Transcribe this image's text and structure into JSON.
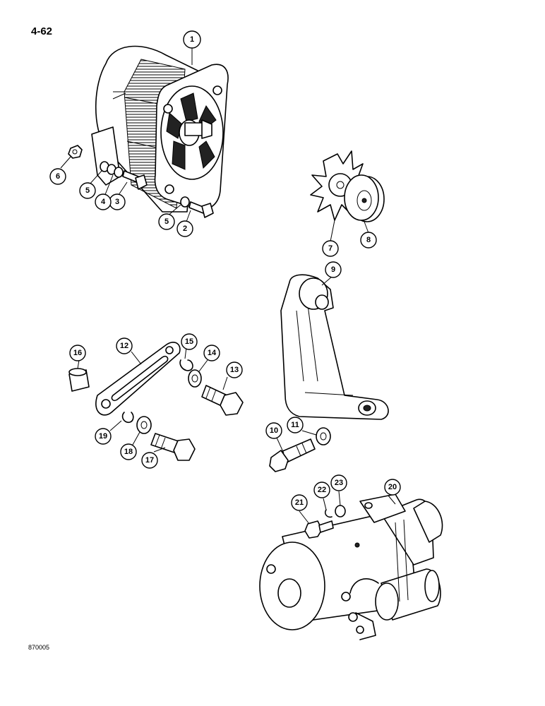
{
  "page_number": "4-62",
  "doc_code": "870005",
  "callouts": [
    {
      "id": "c1",
      "text": "1"
    },
    {
      "id": "c2",
      "text": "2"
    },
    {
      "id": "c3",
      "text": "3"
    },
    {
      "id": "c4",
      "text": "4"
    },
    {
      "id": "c5a",
      "text": "5"
    },
    {
      "id": "c5b",
      "text": "5"
    },
    {
      "id": "c6",
      "text": "6"
    },
    {
      "id": "c7",
      "text": "7"
    },
    {
      "id": "c8",
      "text": "8"
    },
    {
      "id": "c9",
      "text": "9"
    },
    {
      "id": "c10",
      "text": "10"
    },
    {
      "id": "c11",
      "text": "11"
    },
    {
      "id": "c12",
      "text": "12"
    },
    {
      "id": "c13",
      "text": "13"
    },
    {
      "id": "c14",
      "text": "14"
    },
    {
      "id": "c15",
      "text": "15"
    },
    {
      "id": "c16",
      "text": "16"
    },
    {
      "id": "c17",
      "text": "17"
    },
    {
      "id": "c18",
      "text": "18"
    },
    {
      "id": "c19",
      "text": "19"
    },
    {
      "id": "c20",
      "text": "20"
    },
    {
      "id": "c21",
      "text": "21"
    },
    {
      "id": "c22",
      "text": "22"
    },
    {
      "id": "c23",
      "text": "23"
    }
  ]
}
